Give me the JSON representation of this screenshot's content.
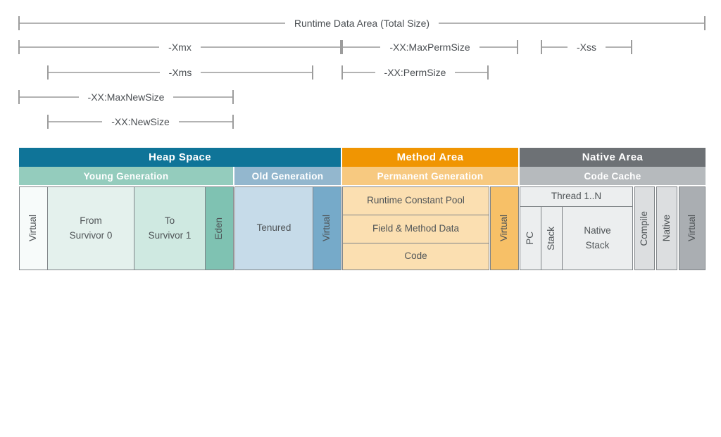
{
  "diagram_title": "Runtime Data Area (Total Size)",
  "measures": {
    "runtime": {
      "label": "Runtime Data Area (Total Size)"
    },
    "xmx": {
      "label": "-Xmx"
    },
    "maxperm": {
      "label": "-XX:MaxPermSize"
    },
    "xss": {
      "label": "-Xss"
    },
    "xms": {
      "label": "-Xms"
    },
    "permsize": {
      "label": "-XX:PermSize"
    },
    "maxnew": {
      "label": "-XX:MaxNewSize"
    },
    "newsize": {
      "label": "-XX:NewSize"
    }
  },
  "areas": {
    "heap": {
      "label": "Heap Space",
      "color": "#0f7498"
    },
    "method": {
      "label": "Method Area",
      "color": "#f09502"
    },
    "native": {
      "label": "Native Area",
      "color": "#6d7175"
    }
  },
  "bands": {
    "young": {
      "label": "Young Generation",
      "color": "#94ccbd"
    },
    "old": {
      "label": "Old Generation",
      "color": "#93b7ce"
    },
    "perm": {
      "label": "Permanent Generation",
      "color": "#f7c980"
    },
    "cache": {
      "label": "Code Cache",
      "color": "#b6babd"
    }
  },
  "cells": {
    "heap_virtual": {
      "label": "Virtual",
      "color": "#f7fbfa"
    },
    "from_survivor": {
      "label": "From\nSurvivor 0",
      "color": "#e4f1ed"
    },
    "to_survivor": {
      "label": "To\nSurvivor 1",
      "color": "#cfe9e1"
    },
    "eden": {
      "label": "Eden",
      "color": "#7fc2b2"
    },
    "tenured": {
      "label": "Tenured",
      "color": "#c6dbe9"
    },
    "old_virtual": {
      "label": "Virtual",
      "color": "#76aac9"
    },
    "runtime_constant_pool": {
      "label": "Runtime Constant Pool",
      "color": "#fbdfb1"
    },
    "field_method_data": {
      "label": "Field & Method Data",
      "color": "#fbdfb1"
    },
    "code": {
      "label": "Code",
      "color": "#fbdfb1"
    },
    "perm_virtual": {
      "label": "Virtual",
      "color": "#f7c067"
    },
    "thread": {
      "label": "Thread 1..N",
      "color": "#eceeef"
    },
    "pc": {
      "label": "PC",
      "color": "#eceeef"
    },
    "stack": {
      "label": "Stack",
      "color": "#eceeef"
    },
    "native_stack": {
      "label": "Native\nStack",
      "color": "#eceeef"
    },
    "compile": {
      "label": "Compile",
      "color": "#dcdee0"
    },
    "native": {
      "label": "Native",
      "color": "#dcdee0"
    },
    "native_virtual": {
      "label": "Virtual",
      "color": "#aaaeb2"
    }
  },
  "palette": {
    "measure_line": "#b3b3b3",
    "measure_tick": "#9c9c9c",
    "measure_text": "#4b4f53",
    "cell_border": "#7f8488",
    "cell_text": "#4f5457",
    "header_text": "#ffffff",
    "background": "#ffffff"
  }
}
